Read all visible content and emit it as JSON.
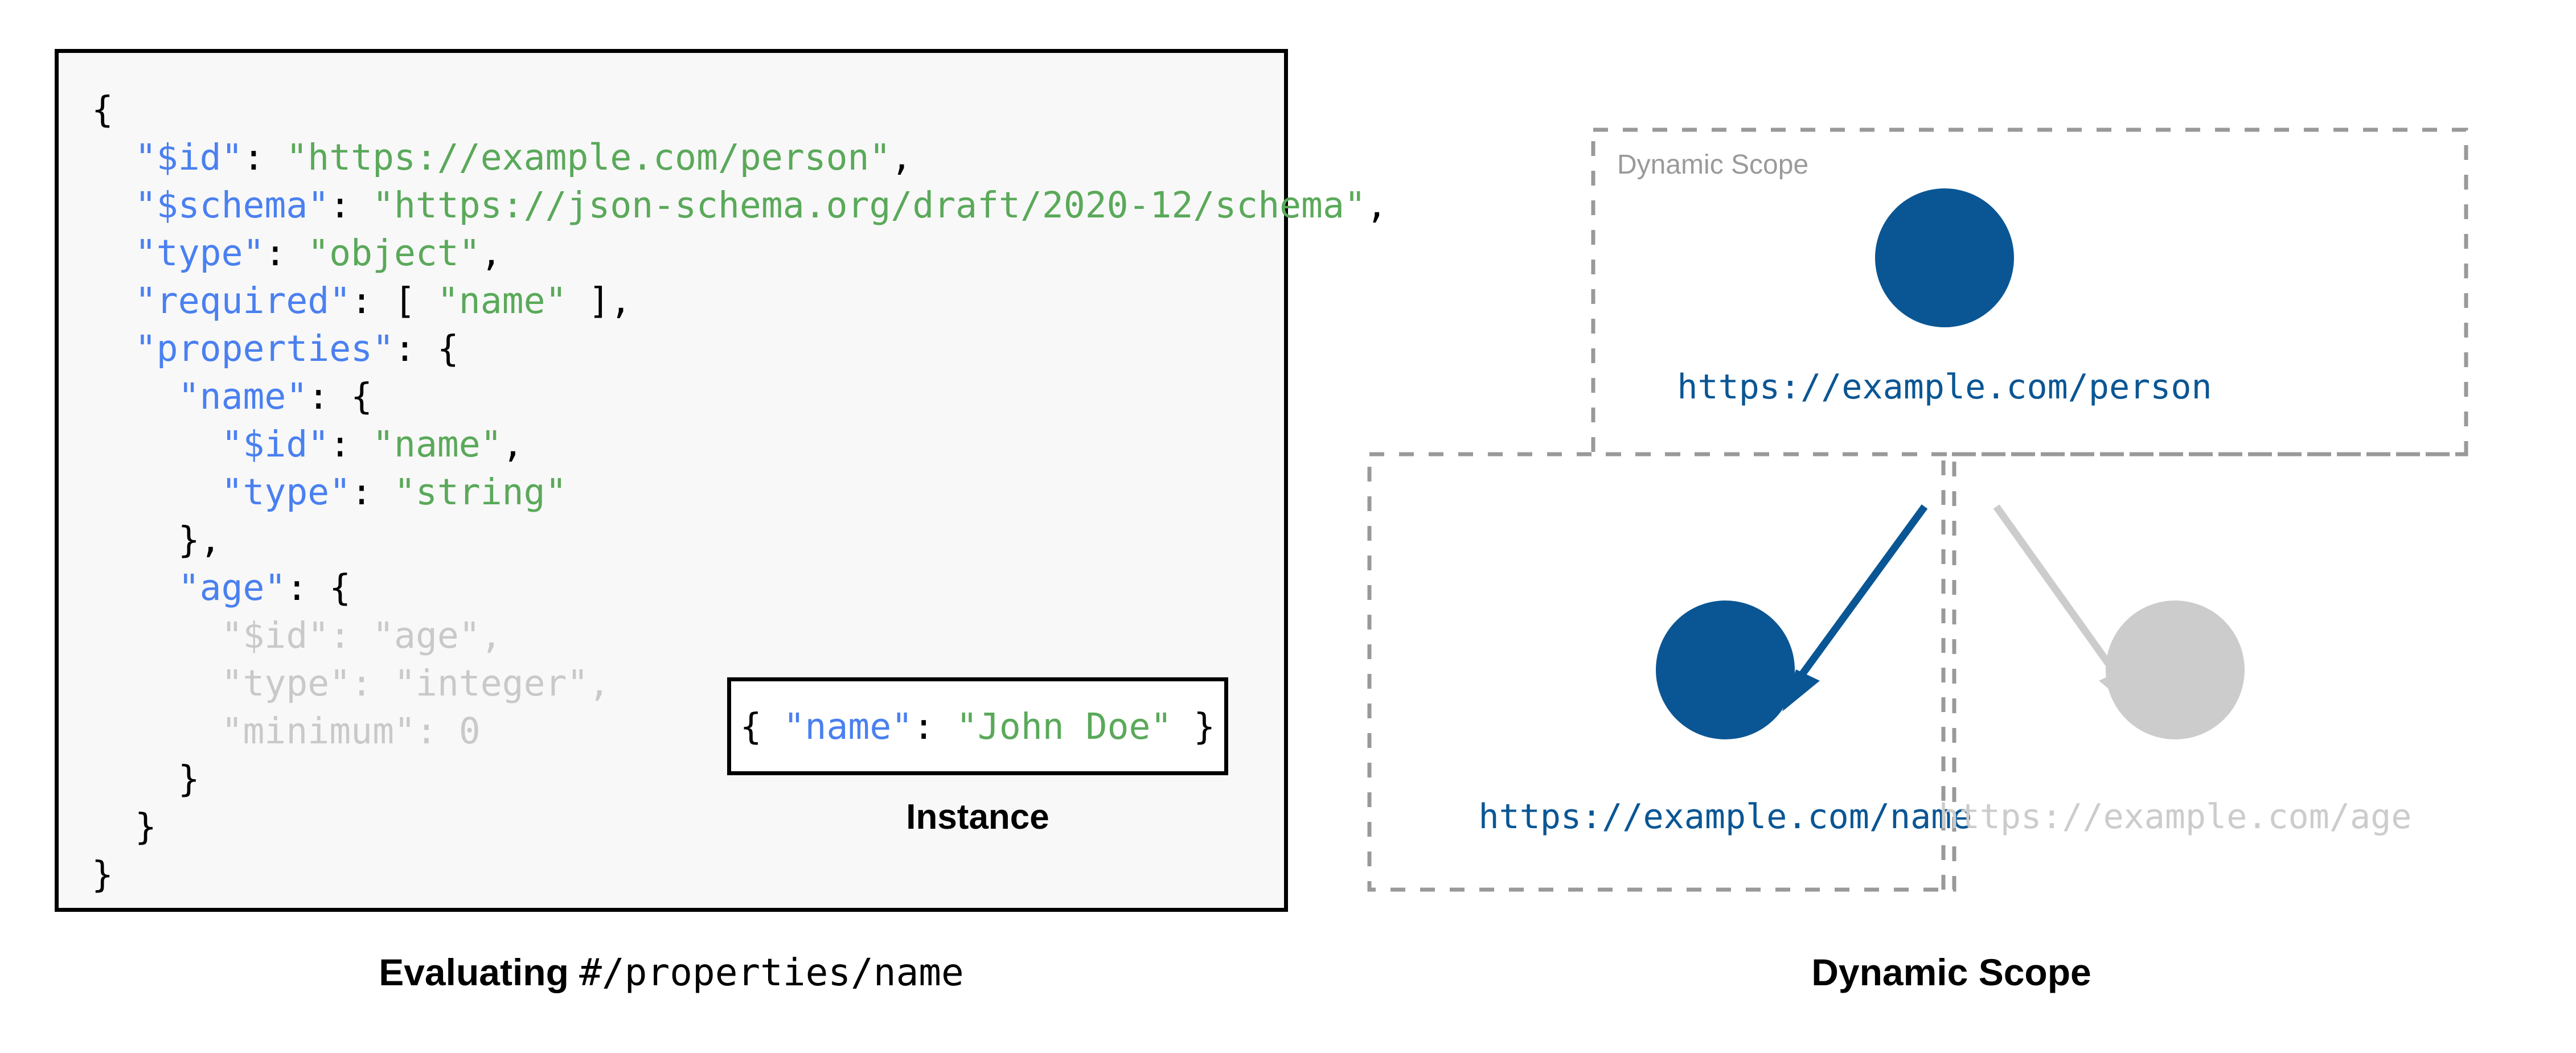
{
  "schema_panel": {
    "lines": [
      [
        {
          "t": "{",
          "c": "p"
        }
      ],
      [
        {
          "t": "  ",
          "c": "p"
        },
        {
          "t": "\"$id\"",
          "c": "k"
        },
        {
          "t": ": ",
          "c": "p"
        },
        {
          "t": "\"https://example.com/person\"",
          "c": "s"
        },
        {
          "t": ",",
          "c": "p"
        }
      ],
      [
        {
          "t": "  ",
          "c": "p"
        },
        {
          "t": "\"$schema\"",
          "c": "k"
        },
        {
          "t": ": ",
          "c": "p"
        },
        {
          "t": "\"https://json-schema.org/draft/2020-12/schema\"",
          "c": "s"
        },
        {
          "t": ",",
          "c": "p"
        }
      ],
      [
        {
          "t": "  ",
          "c": "p"
        },
        {
          "t": "\"type\"",
          "c": "k"
        },
        {
          "t": ": ",
          "c": "p"
        },
        {
          "t": "\"object\"",
          "c": "s"
        },
        {
          "t": ",",
          "c": "p"
        }
      ],
      [
        {
          "t": "  ",
          "c": "p"
        },
        {
          "t": "\"required\"",
          "c": "k"
        },
        {
          "t": ": [ ",
          "c": "p"
        },
        {
          "t": "\"name\"",
          "c": "s"
        },
        {
          "t": " ],",
          "c": "p"
        }
      ],
      [
        {
          "t": "  ",
          "c": "p"
        },
        {
          "t": "\"properties\"",
          "c": "k"
        },
        {
          "t": ": {",
          "c": "p"
        }
      ],
      [
        {
          "t": "    ",
          "c": "p"
        },
        {
          "t": "\"name\"",
          "c": "k"
        },
        {
          "t": ": {",
          "c": "p"
        }
      ],
      [
        {
          "t": "      ",
          "c": "p"
        },
        {
          "t": "\"$id\"",
          "c": "k"
        },
        {
          "t": ": ",
          "c": "p"
        },
        {
          "t": "\"name\"",
          "c": "s"
        },
        {
          "t": ",",
          "c": "p"
        }
      ],
      [
        {
          "t": "      ",
          "c": "p"
        },
        {
          "t": "\"type\"",
          "c": "k"
        },
        {
          "t": ": ",
          "c": "p"
        },
        {
          "t": "\"string\"",
          "c": "s"
        }
      ],
      [
        {
          "t": "    },",
          "c": "p"
        }
      ],
      [
        {
          "t": "    ",
          "c": "p"
        },
        {
          "t": "\"age\"",
          "c": "k"
        },
        {
          "t": ": {",
          "c": "p"
        }
      ],
      [
        {
          "t": "      \"$id\": \"age\",",
          "c": "dim"
        }
      ],
      [
        {
          "t": "      \"type\": \"integer\",",
          "c": "dim"
        }
      ],
      [
        {
          "t": "      \"minimum\": 0",
          "c": "dim"
        }
      ],
      [
        {
          "t": "    }",
          "c": "p"
        }
      ],
      [
        {
          "t": "  }",
          "c": "p"
        }
      ],
      [
        {
          "t": "}",
          "c": "p"
        }
      ]
    ]
  },
  "instance": {
    "code_parts": [
      {
        "t": "{ ",
        "c": "p"
      },
      {
        "t": "\"name\"",
        "c": "k"
      },
      {
        "t": ": ",
        "c": "p"
      },
      {
        "t": "\"John Doe\"",
        "c": "s"
      },
      {
        "t": " }",
        "c": "p"
      }
    ],
    "caption": "Instance"
  },
  "left_caption": {
    "bold_text": "Evaluating ",
    "mono_text": "#/properties/name"
  },
  "diagram": {
    "caption": "Dynamic Scope",
    "scope_label": "Dynamic Scope",
    "nodes": [
      {
        "id": "person",
        "label": "https://example.com/person",
        "state": "active"
      },
      {
        "id": "name",
        "label": "https://example.com/name",
        "state": "active"
      },
      {
        "id": "age",
        "label": "https://example.com/age",
        "state": "inactive"
      }
    ]
  },
  "colors": {
    "accent_blue": "#0a5694",
    "key_blue": "#4a80f0",
    "string_green": "#5aa95a",
    "inactive_gray": "#cccccc",
    "dash_gray": "#999999",
    "panel_fill": "#f8f8f8"
  }
}
